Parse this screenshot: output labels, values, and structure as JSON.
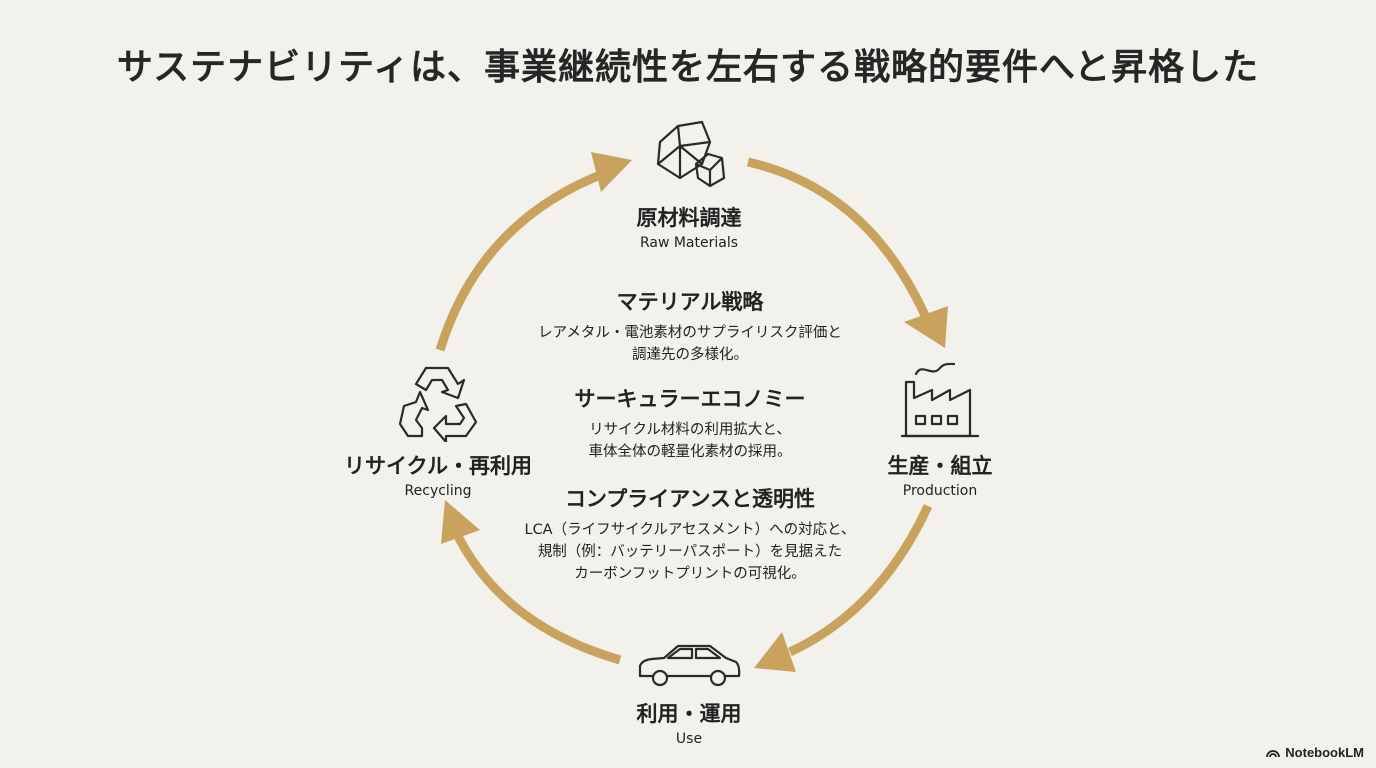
{
  "title": "サステナビリティは、事業継続性を左右する戦略的要件へと昇格した",
  "accent_color": "#c9a35e",
  "stages": [
    {
      "jp": "原材料調達",
      "en": "Raw Materials",
      "icon": "rocks-icon"
    },
    {
      "jp": "生産・組立",
      "en": "Production",
      "icon": "factory-icon"
    },
    {
      "jp": "利用・運用",
      "en": "Use",
      "icon": "car-icon"
    },
    {
      "jp": "リサイクル・再利用",
      "en": "Recycling",
      "icon": "recycle-icon"
    }
  ],
  "center": [
    {
      "heading": "マテリアル戦略",
      "text": "レアメタル・電池素材のサプライリスク評価と\n調達先の多様化。"
    },
    {
      "heading": "サーキュラーエコノミー",
      "text": "リサイクル材料の利用拡大と、\n車体全体の軽量化素材の採用。"
    },
    {
      "heading": "コンプライアンスと透明性",
      "text": "LCA（ライフサイクルアセスメント）への対応と、\n規制（例：バッテリーパスポート）を見据えた\nカーボンフットプリントの可視化。"
    }
  ],
  "brand": "NotebookLM"
}
